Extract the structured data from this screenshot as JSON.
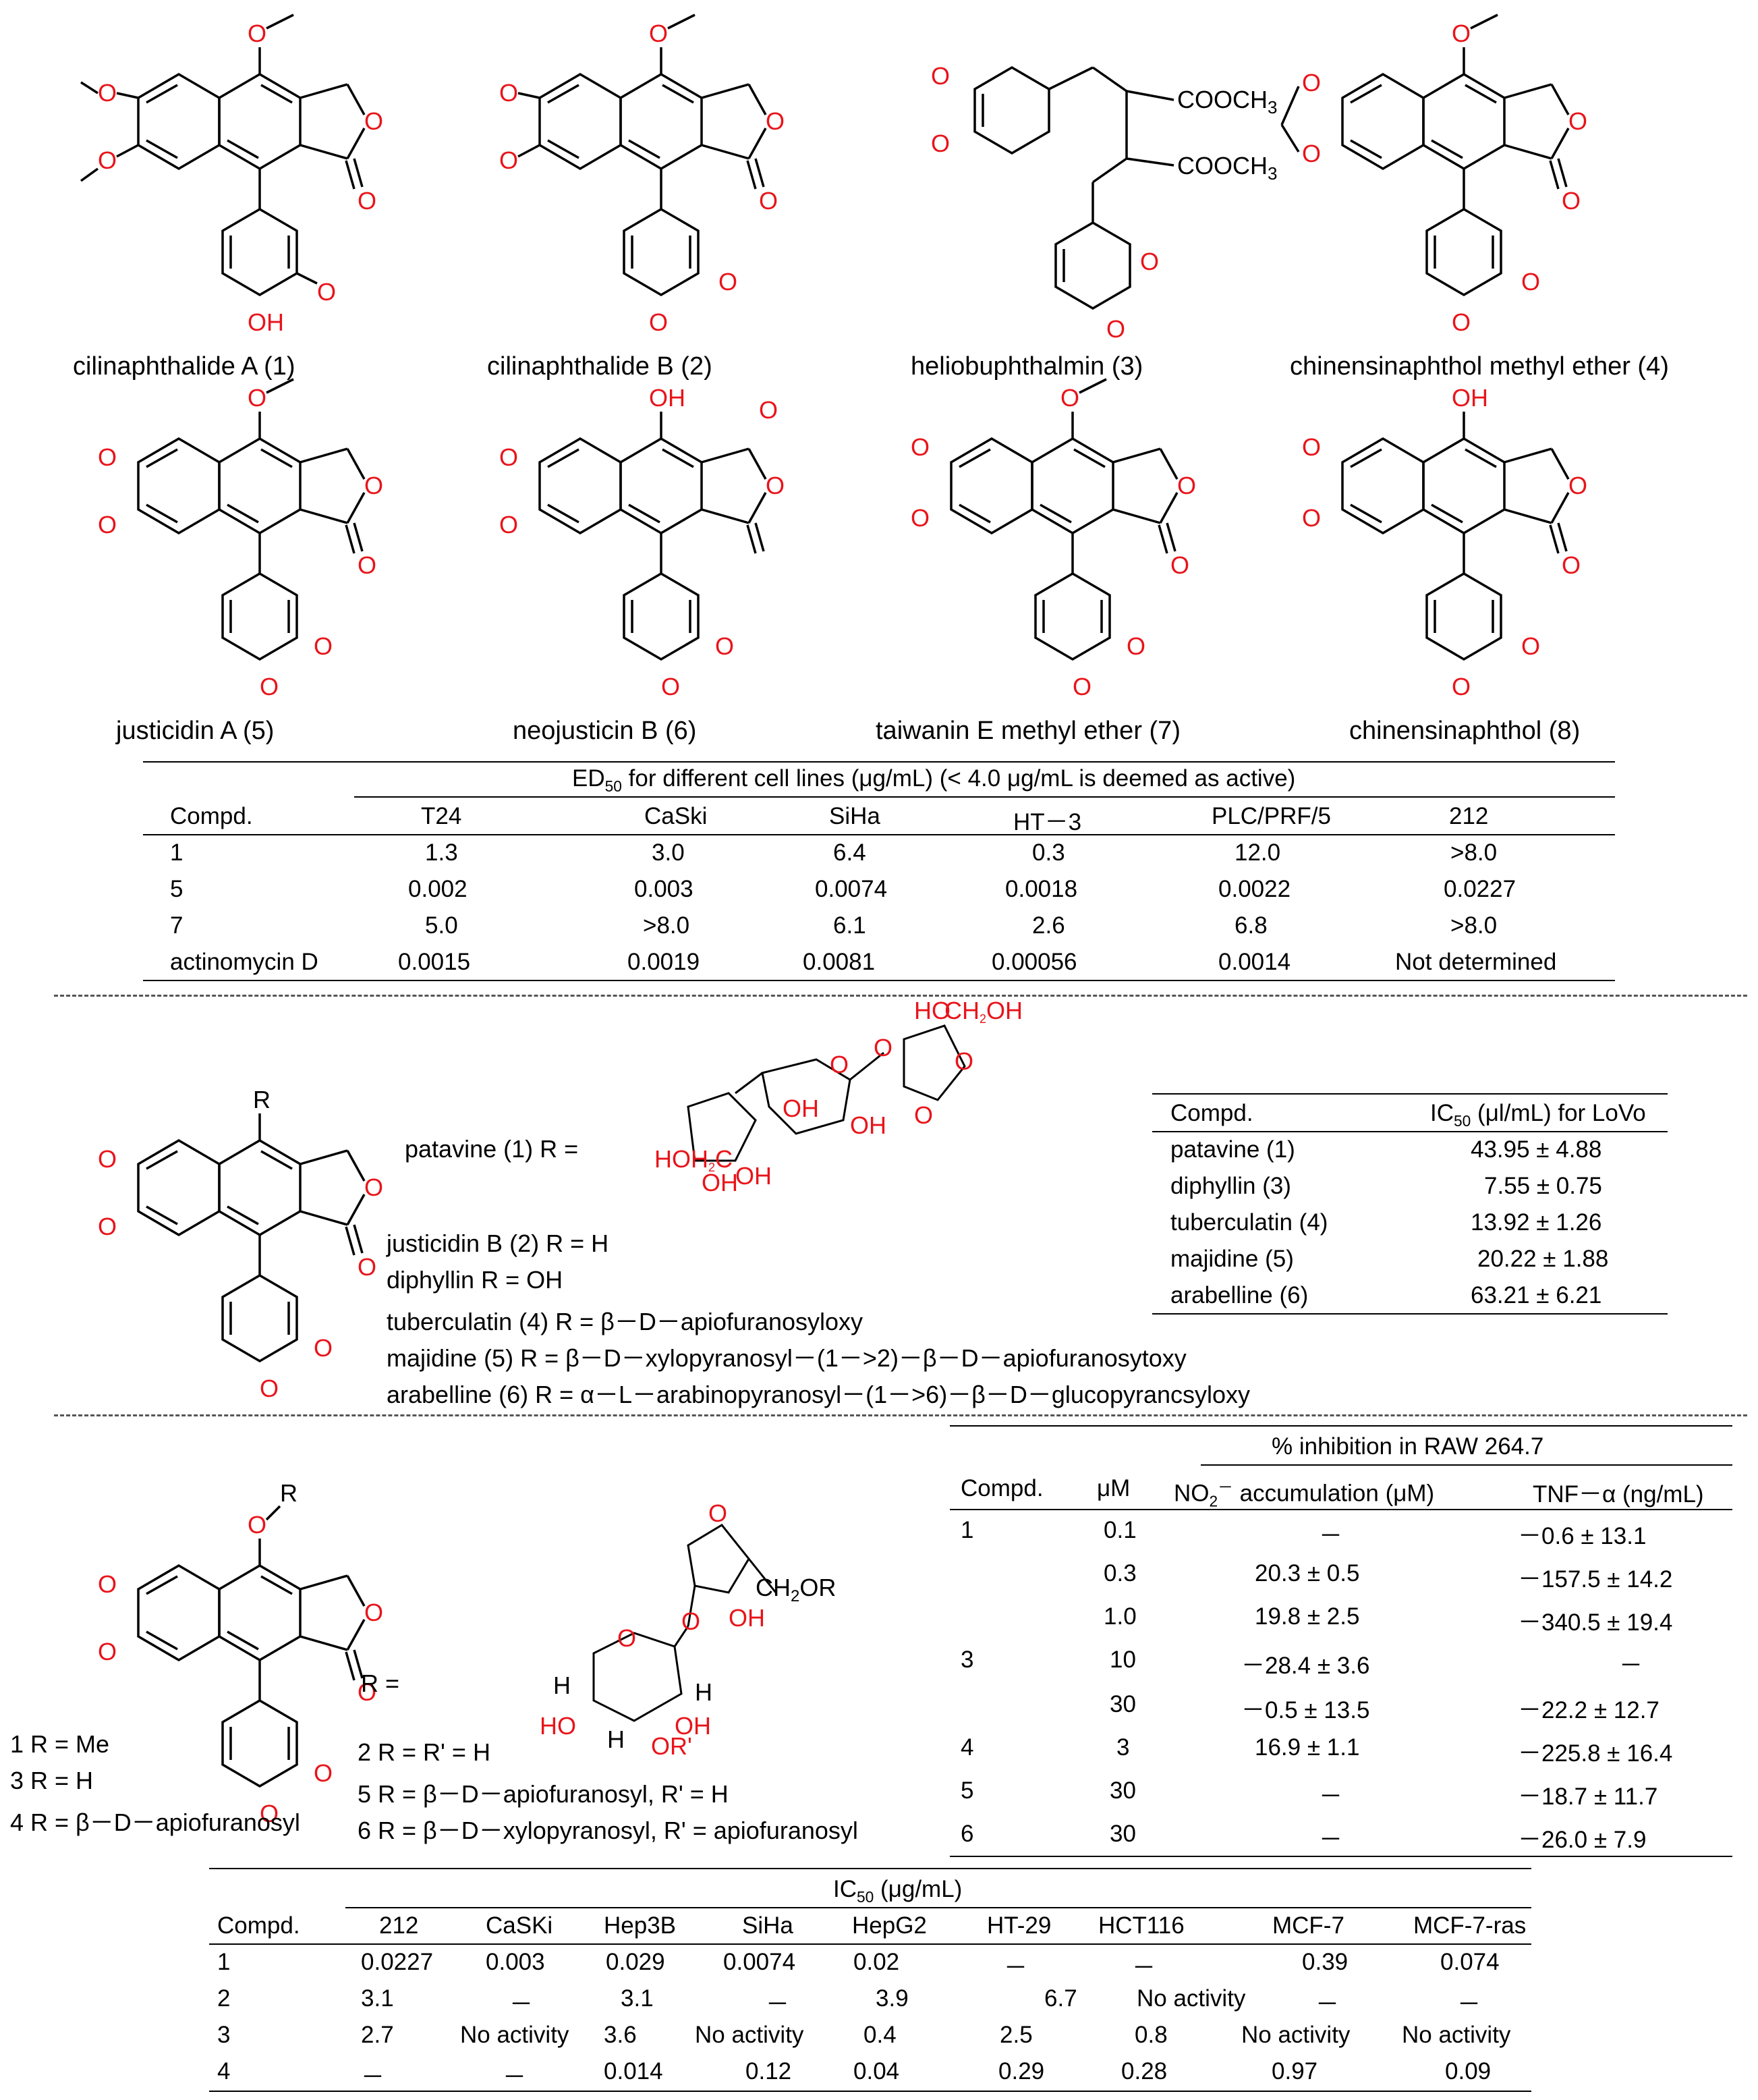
{
  "colors": {
    "heteroatom": "#e8141a",
    "bond": "#000000"
  },
  "section1": {
    "captions": [
      "cilinaphthalide A (1)",
      "cilinaphthalide B (2)",
      "heliobuphthalmin (3)",
      "chinensinaphthol methyl ether (4)",
      "justicidin A (5)",
      "neojusticin B (6)",
      "taiwanin E methyl ether (7)",
      "chinensinaphthol (8)"
    ],
    "labels": {
      "cooch3": "COOCH",
      "cooch3_sub": "3",
      "oh": "OH",
      "o": "O"
    },
    "table": {
      "span_header_pre": "ED",
      "span_header_sub": "50",
      "span_header_post": " for different cell lines (μg/mL) (< 4.0 μg/mL is deemed as active)",
      "columns": [
        "Compd.",
        "T24",
        "CaSki",
        "SiHa",
        "HT－3",
        "PLC/PRF/5",
        "212"
      ],
      "rows": [
        [
          "1",
          "1.3",
          "3.0",
          "6.4",
          "0.3",
          "12.0",
          ">8.0"
        ],
        [
          "5",
          "0.002",
          "0.003",
          "0.0074",
          "0.0018",
          "0.0022",
          "0.0227"
        ],
        [
          "7",
          "5.0",
          ">8.0",
          "6.1",
          "2.6",
          "6.8",
          ">8.0"
        ],
        [
          "actinomycin D",
          "0.0015",
          "0.0019",
          "0.0081",
          "0.00056",
          "0.0014",
          "Not determined"
        ]
      ]
    }
  },
  "section2": {
    "r_label": "R",
    "patavine_label": "patavine (1) R =",
    "sugar_labels": {
      "ho": "HO",
      "ch2oh": "CH",
      "ch2oh_sub": "2",
      "ch2oh_end": "OH",
      "hoh2c": "HOH",
      "hoh2c_sub": "2",
      "hoh2c_end": "C",
      "oh": "OH",
      "o": "O"
    },
    "definitions": [
      "justicidin B (2)  R = H",
      "diphyllin  R = OH",
      "tuberculatin (4)  R = β－D－apiofuranosyloxy",
      "majidine (5)  R = β－D－xylopyranosyl－(1－>2)－β－D－apiofuranosytoxy",
      "arabelline (6)  R = α－L－arabinopyranosyl－(1－>6)－β－D－glucopyrancsyloxy"
    ],
    "table": {
      "col1": "Compd.",
      "col2_pre": "IC",
      "col2_sub": "50",
      "col2_post": " (μl/mL) for LoVo",
      "rows": [
        [
          "patavine (1)",
          "43.95 ± 4.88"
        ],
        [
          "diphyllin (3)",
          "7.55 ± 0.75"
        ],
        [
          "tuberculatin (4)",
          "13.92 ± 1.26"
        ],
        [
          "majidine (5)",
          "20.22 ± 1.88"
        ],
        [
          "arabelline (6)",
          "63.21 ± 6.21"
        ]
      ]
    }
  },
  "section3": {
    "or_label": "O",
    "r_label": "R",
    "r_equals": "R =",
    "definitions_left": [
      "1  R = Me",
      "3  R = H",
      "4  R = β－D－apiofuranosyl"
    ],
    "definitions_right": [
      "2  R = R' = H",
      "5  R = β－D－apiofuranosyl, R' = H",
      "6  R = β－D－xylopyranosyl, R' = apiofuranosyl"
    ],
    "sugar_labels": {
      "ch2or": "CH",
      "ch2or_sub": "2",
      "ch2or_end": "OR",
      "oh": "OH",
      "h": "H",
      "ho": "HO",
      "or_prime": "OR'",
      "o": "O"
    },
    "inhibition_table": {
      "span_header": "% inhibition in RAW 264.7",
      "col_compd": "Compd.",
      "col_um": "μM",
      "col_no2_pre": "NO",
      "col_no2_sub": "2",
      "col_no2_sup": "－",
      "col_no2_post": "  accumulation (μM)",
      "col_tnf": "TNF－α (ng/mL)",
      "rows": [
        [
          "1",
          "0.1",
          "－",
          "－0.6  ± 13.1"
        ],
        [
          "",
          "0.3",
          "20.3  ±  0.5",
          "－157.5  ± 14.2"
        ],
        [
          "",
          "1.0",
          "19.8  ±  2.5",
          "－340.5  ± 19.4"
        ],
        [
          "3",
          "10",
          "－28.4  ±  3.6",
          "－"
        ],
        [
          "",
          "30",
          "－0.5  ±  13.5",
          "－22.2  ± 12.7"
        ],
        [
          "4",
          "3",
          "16.9  ±  1.1",
          "－225.8  ± 16.4"
        ],
        [
          "5",
          "30",
          "－",
          "－18.7  ±  11.7"
        ],
        [
          "6",
          "30",
          "－",
          "－26.0  ±  7.9"
        ]
      ]
    },
    "ic50_table": {
      "span_header_pre": "IC",
      "span_header_sub": "50",
      "span_header_post": " (μg/mL)",
      "columns": [
        "Compd.",
        "212",
        "CaSKi",
        "Hep3B",
        "SiHa",
        "HepG2",
        "HT-29",
        "HCT116",
        "MCF-7",
        "MCF-7-ras"
      ],
      "rows": [
        [
          "1",
          "0.0227",
          "0.003",
          "0.029",
          "0.0074",
          "0.02",
          "－",
          "－",
          "0.39",
          "0.074"
        ],
        [
          "2",
          "3.1",
          "－",
          "3.1",
          "－",
          "3.9",
          "6.7",
          "No activity",
          "－",
          "－"
        ],
        [
          "3",
          "2.7",
          "No activity",
          "3.6",
          "No activity",
          "0.4",
          "2.5",
          "0.8",
          "No activity",
          "No activity"
        ],
        [
          "4",
          "－",
          "－",
          "0.014",
          "0.12",
          "0.04",
          "0.29",
          "0.28",
          "0.97",
          "0.09"
        ]
      ]
    }
  }
}
